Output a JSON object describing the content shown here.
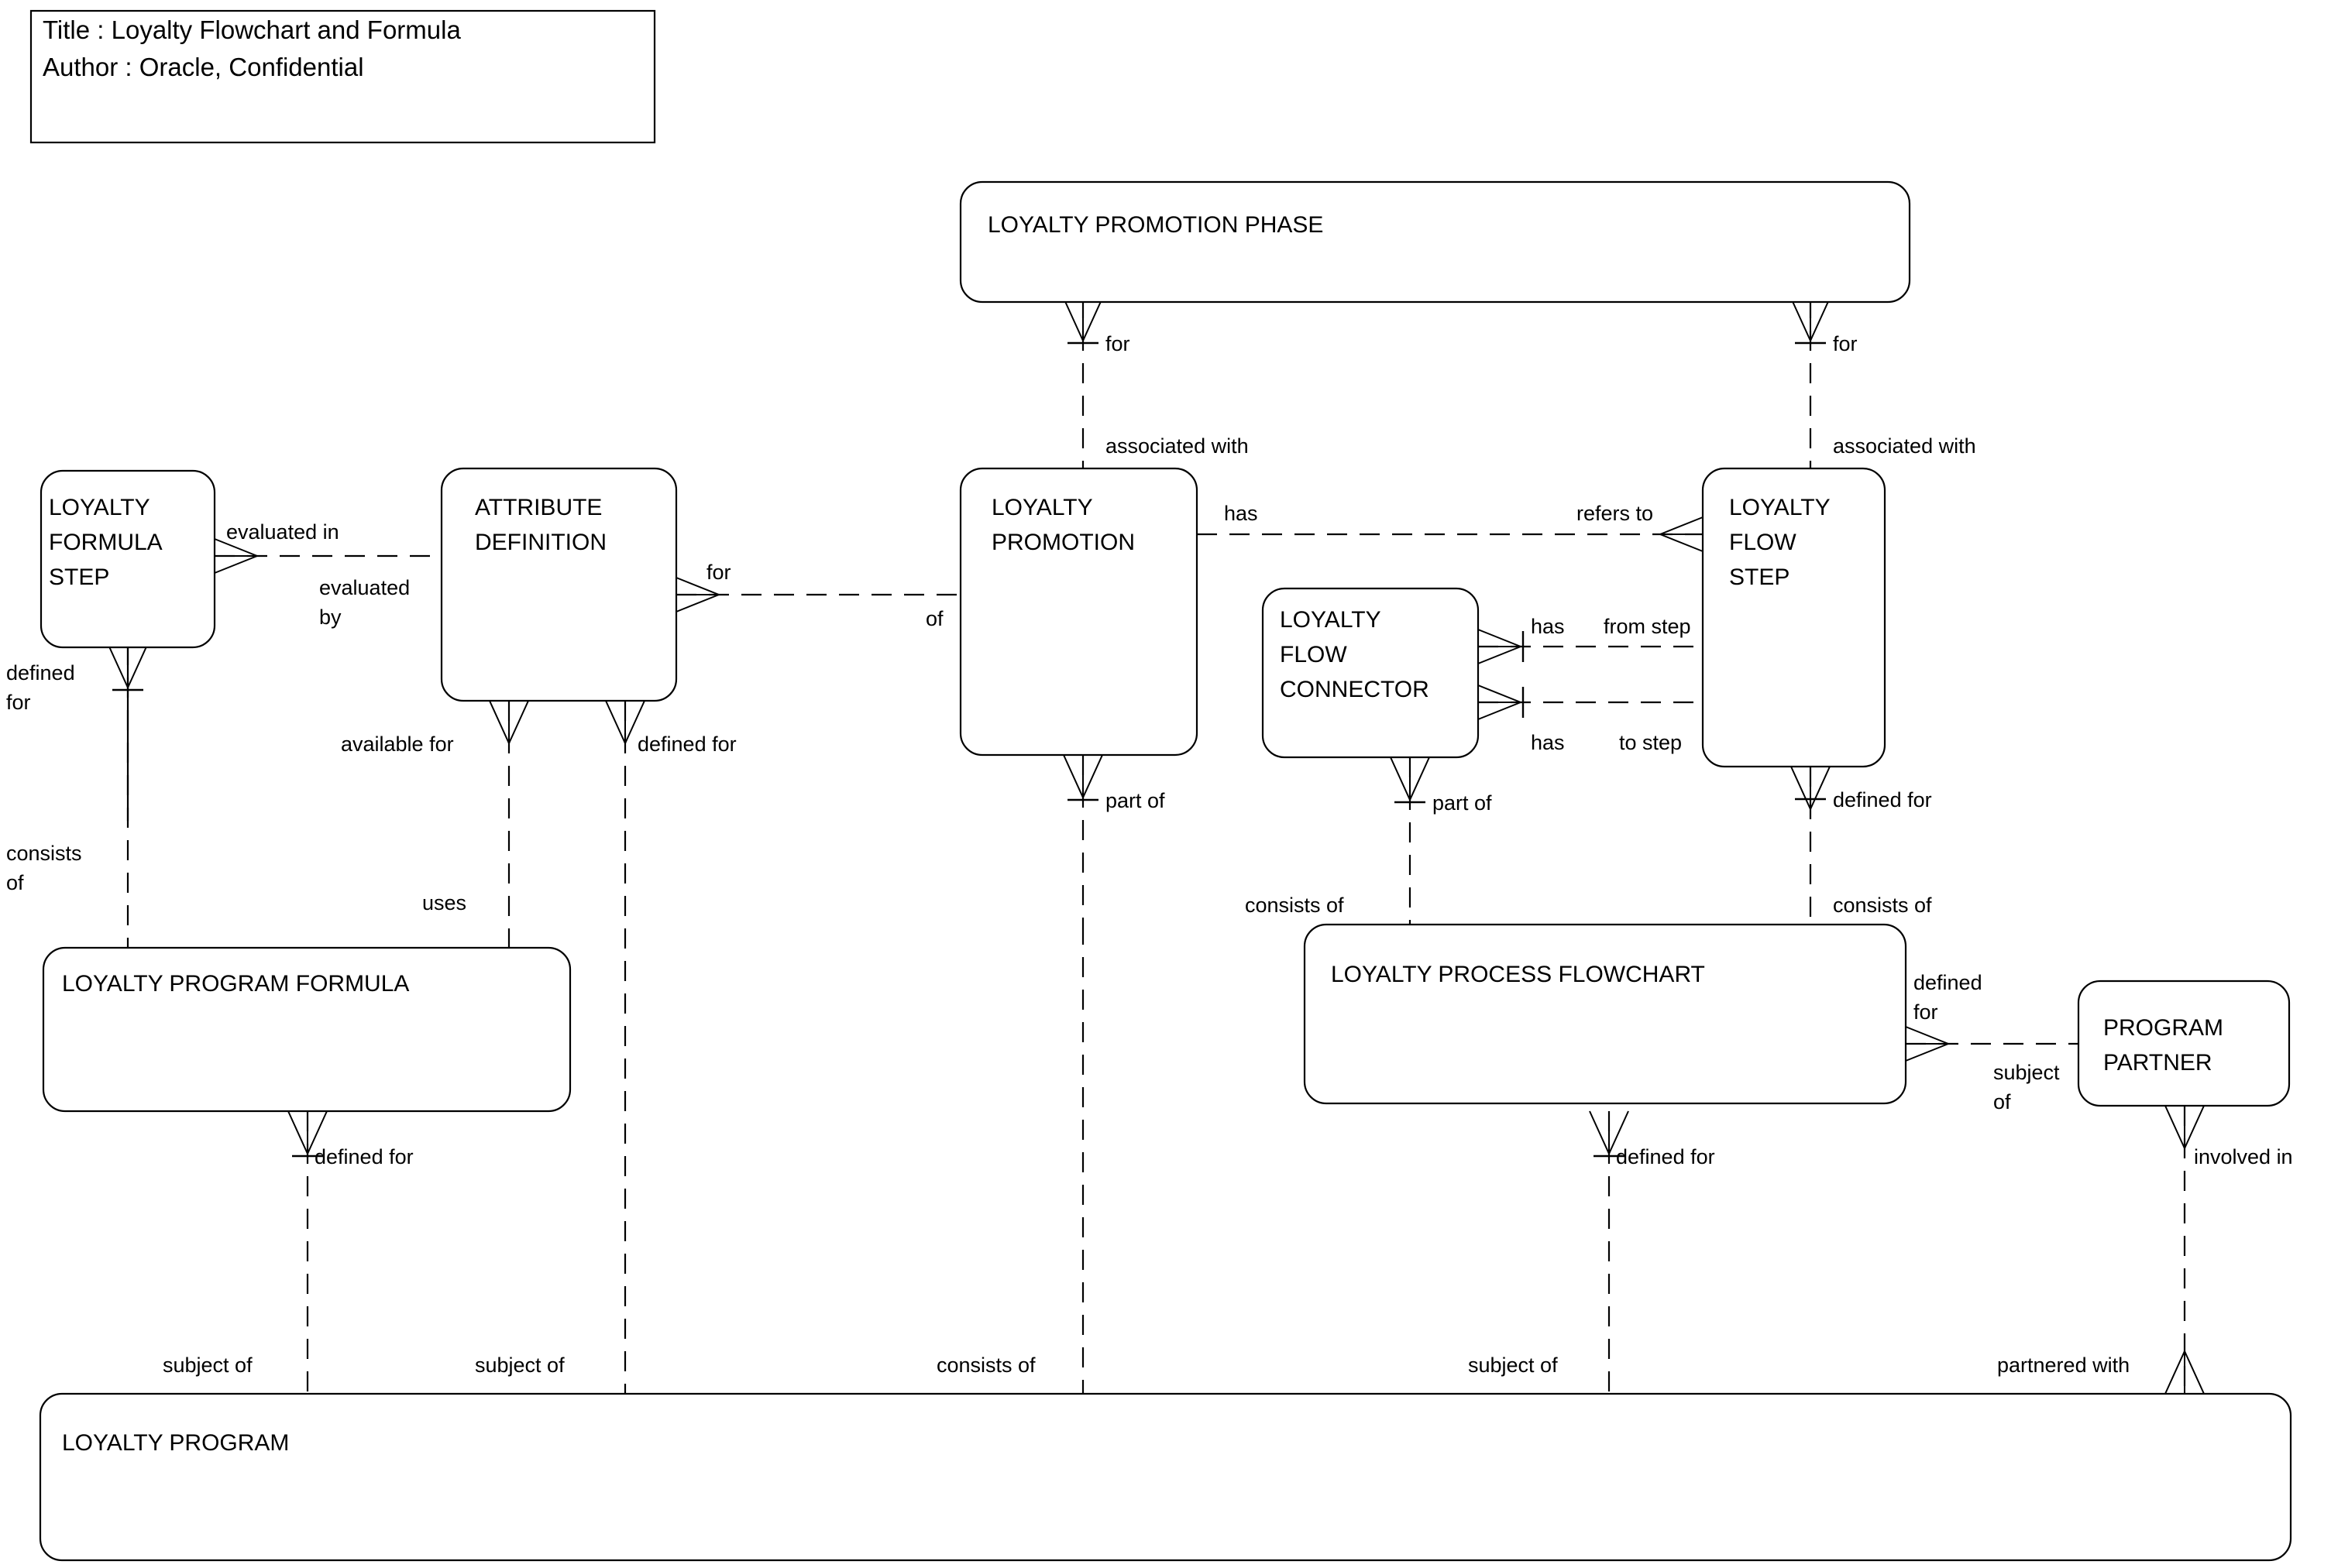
{
  "title_block": {
    "line1": "Title : Loyalty Flowchart and Formula",
    "line2": "Author : Oracle, Confidential"
  },
  "entities": [
    {
      "id": "loyalty-promotion-phase",
      "name": "LOYALTY PROMOTION PHASE",
      "lines": [
        "LOYALTY PROMOTION PHASE"
      ]
    },
    {
      "id": "loyalty-formula-step",
      "name": "LOYALTY FORMULA STEP",
      "lines": [
        "LOYALTY",
        "FORMULA",
        "STEP"
      ]
    },
    {
      "id": "attribute-definition",
      "name": "ATTRIBUTE DEFINITION",
      "lines": [
        "ATTRIBUTE",
        "DEFINITION"
      ]
    },
    {
      "id": "loyalty-promotion",
      "name": "LOYALTY PROMOTION",
      "lines": [
        "LOYALTY",
        "PROMOTION"
      ]
    },
    {
      "id": "loyalty-flow-connector",
      "name": "LOYALTY FLOW CONNECTOR",
      "lines": [
        "LOYALTY",
        "FLOW",
        "CONNECTOR"
      ]
    },
    {
      "id": "loyalty-flow-step",
      "name": "LOYALTY FLOW STEP",
      "lines": [
        "LOYALTY",
        "FLOW",
        "STEP"
      ]
    },
    {
      "id": "loyalty-program-formula",
      "name": "LOYALTY PROGRAM FORMULA",
      "lines": [
        "LOYALTY PROGRAM FORMULA"
      ]
    },
    {
      "id": "loyalty-process-flowchart",
      "name": "LOYALTY PROCESS FLOWCHART",
      "lines": [
        "LOYALTY PROCESS FLOWCHART"
      ]
    },
    {
      "id": "program-partner",
      "name": "PROGRAM PARTNER",
      "lines": [
        "PROGRAM",
        "PARTNER"
      ]
    },
    {
      "id": "loyalty-program",
      "name": "LOYALTY PROGRAM",
      "lines": [
        "LOYALTY PROGRAM"
      ]
    }
  ],
  "relationship_labels": {
    "phase_promotion_near": "for",
    "phase_promotion_far": "associated with",
    "phase_flowstep_near": "for",
    "phase_flowstep_far": "associated with",
    "formulastep_attrdef_near": "evaluated in",
    "formulastep_attrdef_far": "evaluated by",
    "attrdef_promotion_near": "for",
    "attrdef_promotion_far": "of",
    "promotion_flowstep_near": "has",
    "promotion_flowstep_far": "refers to",
    "connector_flowstep_from_near": "has",
    "connector_flowstep_from_far": "from step",
    "connector_flowstep_to_near": "has",
    "connector_flowstep_to_far": "to step",
    "formulastep_programformula_near": "defined for",
    "formulastep_programformula_far": "consists of",
    "attrdef_programformula_near": "available for",
    "attrdef_programformula_far": "uses",
    "attrdef_program_near": "defined for",
    "attrdef_program_far": "subject of",
    "promotion_flowchart_near": "part of",
    "promotion_program_far": "consists of",
    "connector_flowchart_near": "part of",
    "connector_flowchart_far": "consists of",
    "flowstep_flowchart_near": "defined for",
    "flowstep_flowchart_far": "consists of",
    "programformula_program_near": "defined for",
    "programformula_program_far": "subject of",
    "flowchart_program_near": "defined for",
    "flowchart_program_far": "subject of",
    "flowchart_partner_near": "defined for",
    "flowchart_partner_far": "subject of",
    "partner_program_near": "involved in",
    "partner_program_far": "partnered with"
  },
  "colors": {
    "stroke": "#000000",
    "fill": "#ffffff",
    "text": "#000000"
  }
}
